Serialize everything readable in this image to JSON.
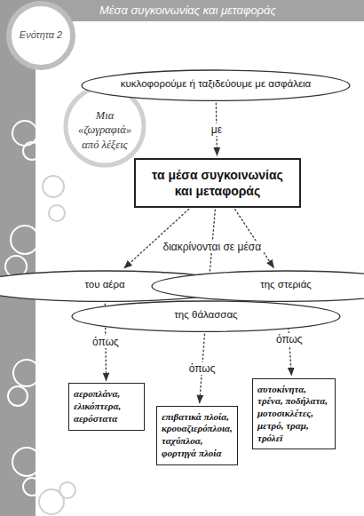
{
  "diagram": {
    "title": "Μέσα συγκοινωνίας και μεταφοράς",
    "nodes": [
      {
        "text": [
          "κυκλοφορούμε ή ταξιδεύουμε με ασφάλεια"
        ]
      },
      {
        "text": [
          "τα μέσα συγκοινωνίας και μεταφοράς"
        ]
      },
      {
        "text": [
          "του αέρα"
        ]
      },
      {
        "text": [
          "της θάλασσας"
        ]
      },
      {
        "text": [
          "της στεριάς"
        ]
      },
      {
        "text": [
          "αεροπλάνα, ελικόπτερα, αερόστατα"
        ]
      },
      {
        "text": [
          "επιβατικά πλοία, κρουαζιερόπλοια, ταχύπλοα, φορτηγά πλοία"
        ]
      },
      {
        "text": [
          "αυτοκίνητα, τρένα, ποδήλατα, μοτοσικλέτες, μετρό, τραμ, τρόλεϊ"
        ]
      }
    ],
    "edges": [
      {
        "from": 0,
        "to": 1,
        "label": "με",
        "arrow": "to"
      },
      {
        "from": 1,
        "to": 2,
        "arrow": "to"
      },
      {
        "from": 1,
        "to": 3,
        "label": "διακρίνονται σε μέσα",
        "arrow": "to"
      },
      {
        "from": 1,
        "to": 4,
        "arrow": "to"
      },
      {
        "from": 2,
        "to": 5,
        "label": "όπως",
        "arrow": "to"
      },
      {
        "from": 3,
        "to": 6,
        "label": "όπως",
        "arrow": "to"
      },
      {
        "from": 4,
        "to": 7,
        "label": "όπως",
        "arrow": "to"
      }
    ],
    "labels": [
      "Ενότητα 2",
      "Μια «ζωγραφιά» από λέξεις"
    ]
  }
}
